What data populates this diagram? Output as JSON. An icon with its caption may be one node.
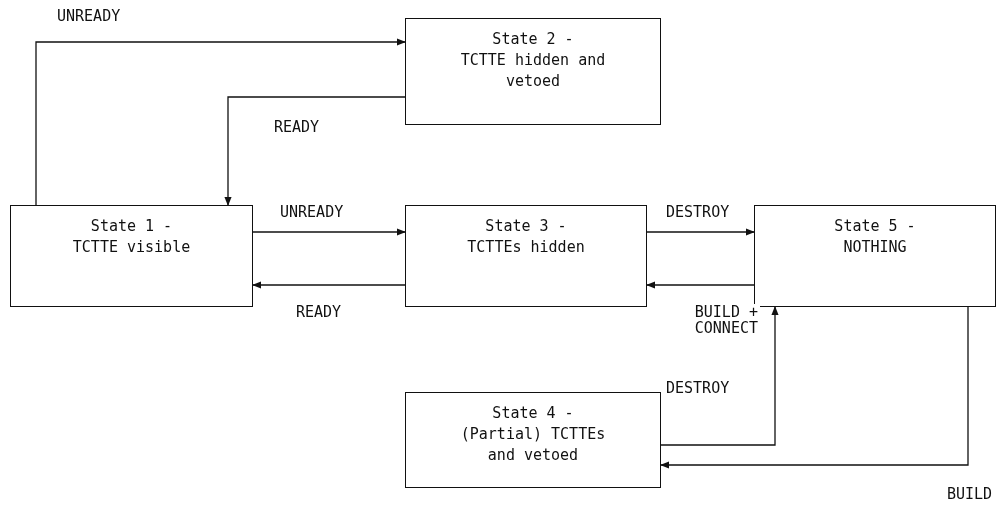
{
  "diagram": {
    "nodes": [
      {
        "text": [
          "State 1 -",
          "TCTTE visible"
        ]
      },
      {
        "text": [
          "State 2 -",
          "TCTTE hidden and vetoed"
        ]
      },
      {
        "text": [
          "State 3 -",
          "TCTTEs hidden"
        ]
      },
      {
        "text": [
          "State 5 -",
          "NOTHING"
        ]
      },
      {
        "text": [
          "State 4 -",
          "(Partial) TCTTEs and vetoed"
        ]
      }
    ],
    "edges": [
      {
        "from": 0,
        "to": 1,
        "arrow": "to",
        "label": "UNREADY"
      },
      {
        "from": 1,
        "to": 0,
        "arrow": "to",
        "label": "READY"
      },
      {
        "from": 0,
        "to": 2,
        "arrow": "to",
        "label": "UNREADY"
      },
      {
        "from": 2,
        "to": 0,
        "arrow": "to",
        "label": "READY"
      },
      {
        "from": 2,
        "to": 3,
        "arrow": "to",
        "label": "DESTROY"
      },
      {
        "from": 3,
        "to": 2,
        "arrow": "to",
        "label": "BUILD + CONNECT"
      },
      {
        "from": 4,
        "to": 3,
        "arrow": "to",
        "label": "DESTROY"
      },
      {
        "from": 3,
        "to": 4,
        "arrow": "to",
        "label": "BUILD"
      }
    ]
  }
}
